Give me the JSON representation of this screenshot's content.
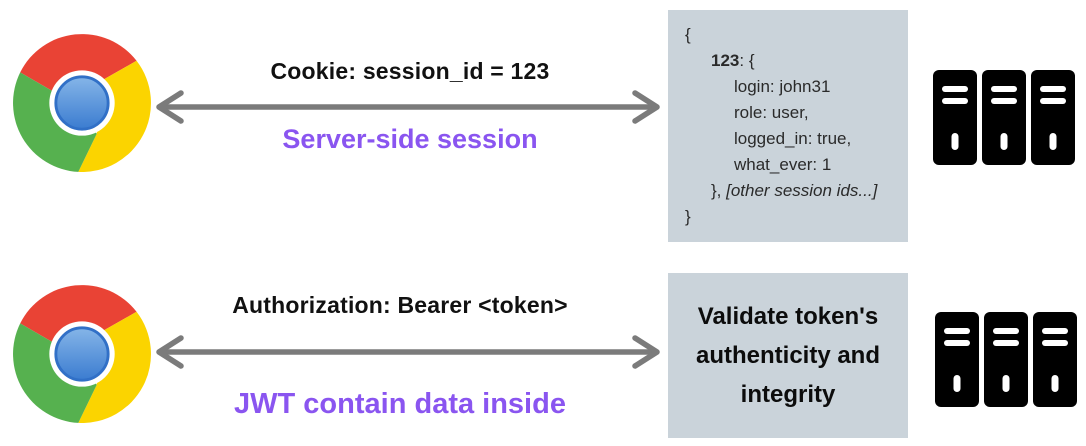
{
  "colors": {
    "accent_purple": "#8a55f0",
    "box_background": "#cad3da",
    "arrow_gray": "#7b7b7b",
    "chrome_red": "#e94335",
    "chrome_yellow": "#fbd400",
    "chrome_green": "#56b14f",
    "chrome_blue": "#3b7cd0",
    "server_black": "#000000"
  },
  "rows": [
    {
      "request_label": "Cookie: session_id = 123",
      "mechanism_label": "Server-side session",
      "store": {
        "open": "{",
        "key": "123",
        "key_sep": ": {",
        "fields": [
          "login: john31",
          "role: user,",
          "logged_in: true,",
          "what_ever: 1"
        ],
        "close_inner": "}, ",
        "other_sessions": "[other session ids...]",
        "close": "}"
      }
    },
    {
      "request_label": "Authorization: Bearer <token>",
      "mechanism_label": "JWT contain data inside",
      "validation": {
        "text": "Validate token's authenticity and integrity"
      }
    }
  ]
}
